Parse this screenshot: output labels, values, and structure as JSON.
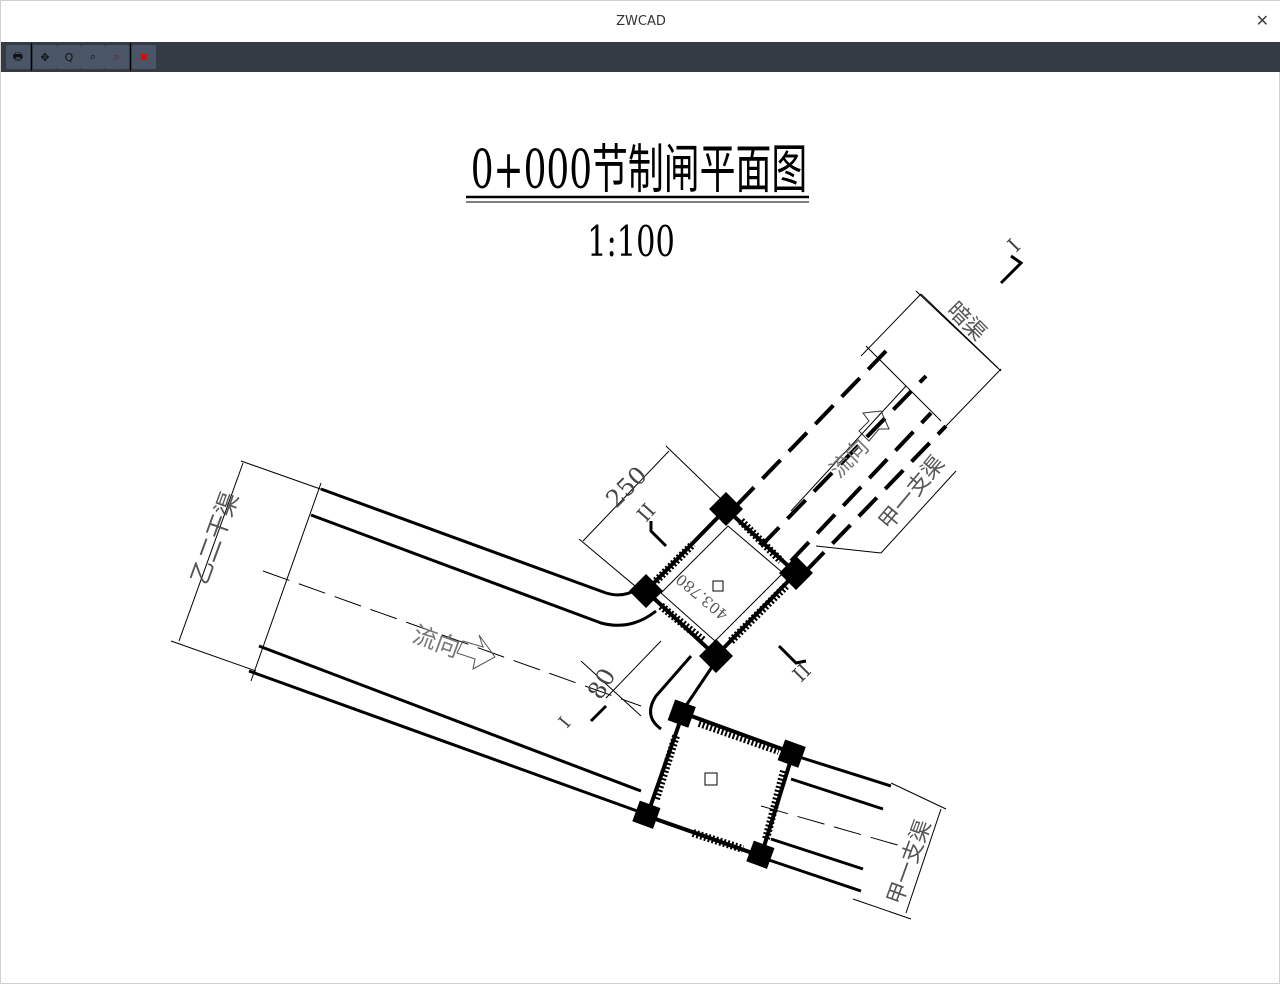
{
  "window": {
    "title": "ZWCAD",
    "close_icon": "close-icon"
  },
  "toolbar": {
    "buttons": [
      {
        "name": "print",
        "glyph": "🖶"
      },
      {
        "name": "pan",
        "glyph": "✥"
      },
      {
        "name": "zoom-realtime",
        "glyph": "Q"
      },
      {
        "name": "zoom-window",
        "glyph": "⌕"
      },
      {
        "name": "zoom-extents",
        "glyph": "⌕"
      },
      {
        "name": "close-drawing",
        "glyph": "✖"
      }
    ]
  },
  "drawing": {
    "title": "0+000节制闸平面图",
    "scale": "1:100",
    "labels": {
      "main_canal": "乙二干渠",
      "branch_canal_top": "甲一支渠",
      "branch_canal_bottom": "甲一支渠",
      "culvert": "暗渠",
      "flow_main": "流向",
      "flow_branch": "流向",
      "dim_250": "250",
      "dim_80": "80",
      "elevation": "403.780",
      "section_I_top": "I",
      "section_I_bottom": "I",
      "section_II_top": "II",
      "section_II_bottom": "II"
    }
  }
}
